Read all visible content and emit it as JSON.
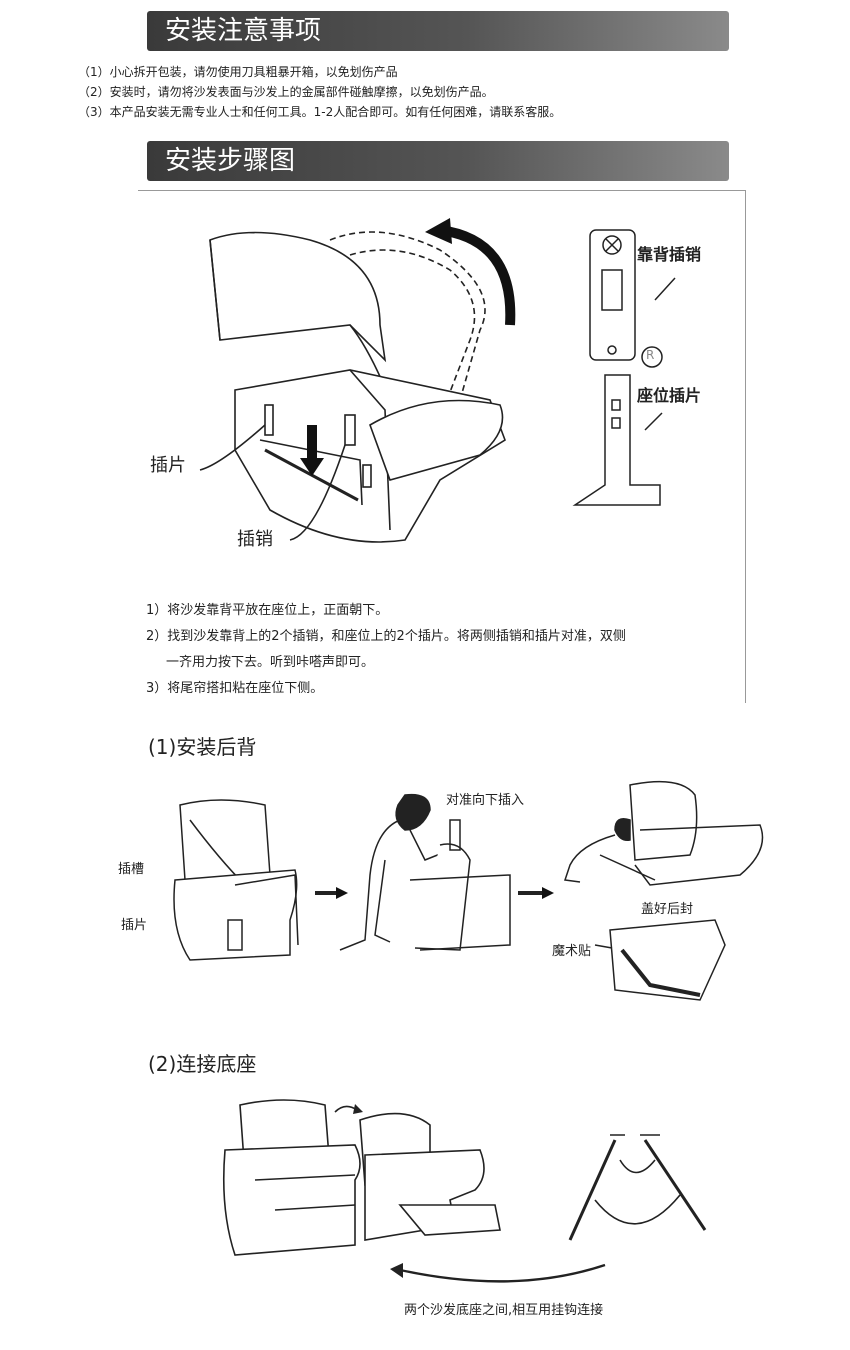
{
  "section1": {
    "title": "安装注意事项",
    "notes": [
      "（1）小心拆开包装，请勿使用刀具粗暴开箱，以免划伤产品",
      "（2）安装时，请勿将沙发表面与沙发上的金属部件碰触摩擦，以免划伤产品。",
      "（3）本产品安装无需专业人士和任何工具。1-2人配合即可。如有任何困难，请联系客服。"
    ]
  },
  "section2": {
    "title": "安装步骤图",
    "diagram_labels": {
      "insert_plate": "插片",
      "insert_pin": "插销",
      "back_pin": "靠背插销",
      "seat_plate": "座位插片",
      "registered": "R"
    },
    "steps": [
      "1）将沙发靠背平放在座位上，正面朝下。",
      "2）找到沙发靠背上的2个插销，和座位上的2个插片。将两侧插销和插片对准，双侧",
      "一齐用力按下去。听到咔嗒声即可。",
      "3）将尾帘搭扣粘在座位下侧。"
    ]
  },
  "install_back": {
    "title": "(1)安装后背",
    "labels": {
      "slot": "插槽",
      "plate": "插片",
      "align_insert": "对准向下插入",
      "cover_seal": "盖好后封",
      "velcro": "魔术贴"
    }
  },
  "connect_base": {
    "title": "(2)连接底座",
    "caption": "两个沙发底座之间,相互用挂钩连接"
  }
}
